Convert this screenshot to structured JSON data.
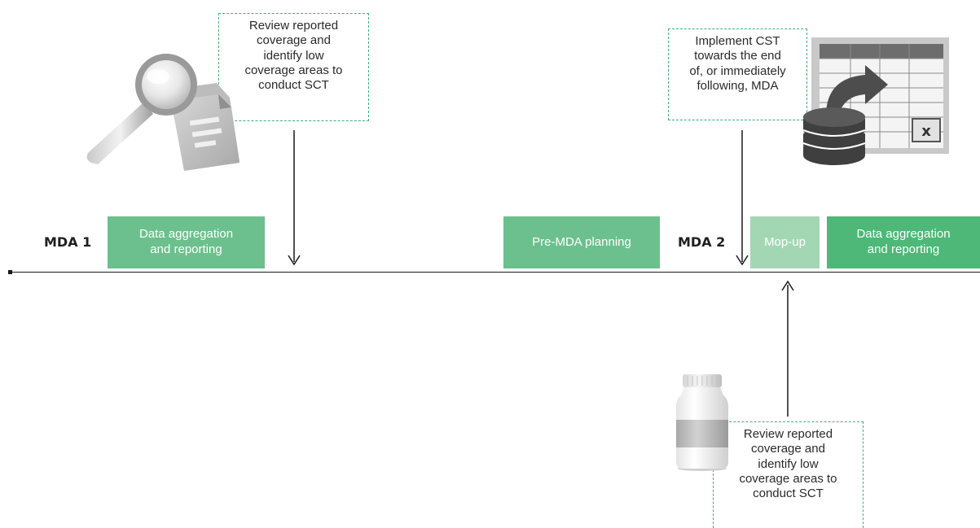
{
  "diagram": {
    "mda_labels": {
      "mda1": "MDA 1",
      "mda2": "MDA 2"
    },
    "phases": {
      "data_aggregation_1": "Data aggregation\nand reporting",
      "pre_mda_planning": "Pre-MDA planning",
      "mop_up": "Mop-up",
      "data_aggregation_2": "Data aggregation\nand reporting"
    },
    "notes": {
      "review_top": "Review reported\ncoverage and\nidentify low\ncoverage areas to\nconduct SCT",
      "implement_cst": "Implement CST\ntowards the end\nof, or immediately\nfollowing, MDA",
      "review_bottom": "Review reported\ncoverage and\nidentify low\ncoverage areas to\nconduct SCT"
    },
    "colors": {
      "phase_green": "#6cc08d",
      "phase_light_green": "#a3d7b3",
      "phase_dark_green": "#4db877",
      "note_border": "#3fae7b",
      "line": "#1a1a1a"
    },
    "icons": {
      "review_top": "magnifier-document-icon",
      "implement_cst": "spreadsheet-database-icon",
      "review_bottom": "pill-bottle-icon"
    }
  }
}
